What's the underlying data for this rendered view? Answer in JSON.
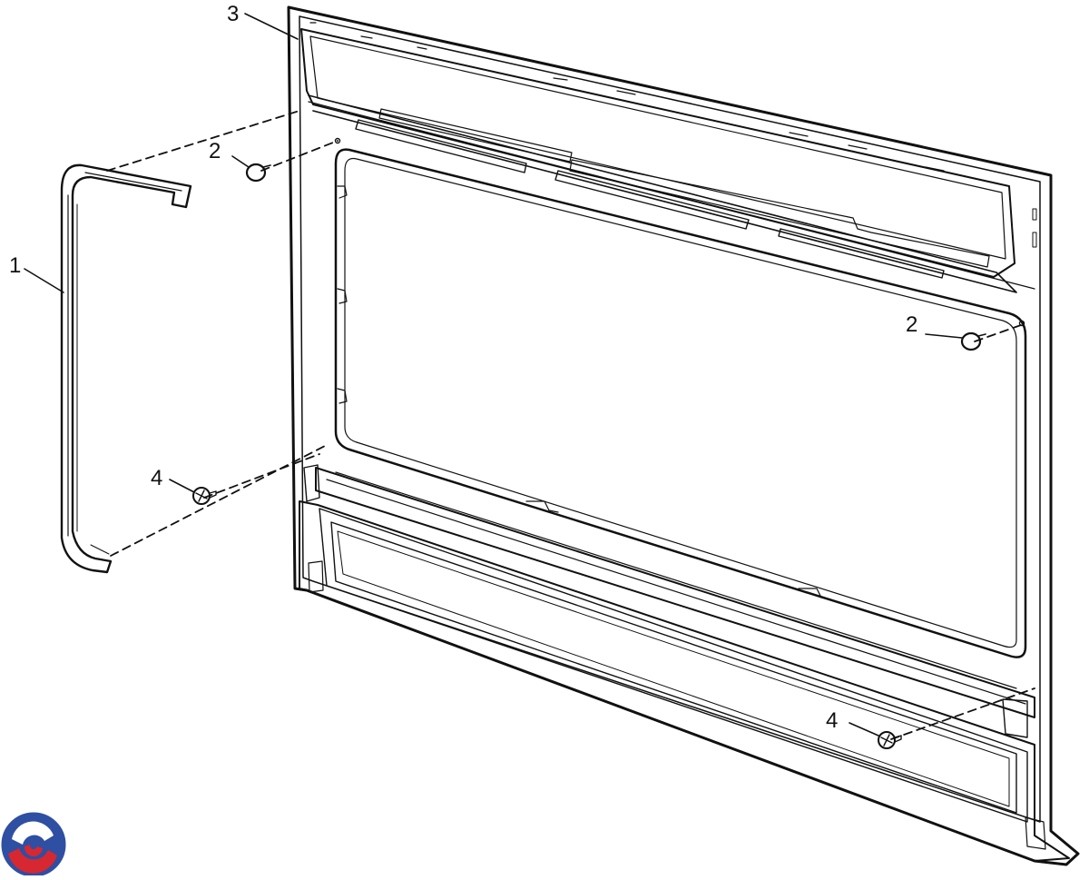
{
  "diagram": {
    "callouts": [
      {
        "id": "part-1",
        "label": "1"
      },
      {
        "id": "part-2a",
        "label": "2"
      },
      {
        "id": "part-2b",
        "label": "2"
      },
      {
        "id": "part-3",
        "label": "3"
      },
      {
        "id": "part-4a",
        "label": "4"
      },
      {
        "id": "part-4b",
        "label": "4"
      }
    ],
    "colors": {
      "line": "#111111",
      "fill": "#ffffff",
      "logo_blue": "#2f4fa2",
      "logo_red": "#d72730"
    }
  }
}
